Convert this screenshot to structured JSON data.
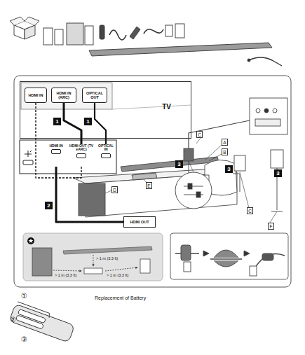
{
  "diagram": {
    "nodes": [
      {
        "text": [
          "TV"
        ]
      },
      {
        "text": [
          "HDMI IN"
        ],
        "in": 0
      },
      {
        "text": [
          "HDMI IN (ARC)"
        ],
        "in": 0
      },
      {
        "text": [
          "OPTICAL OUT"
        ],
        "in": 0
      },
      {
        "text": [
          "HDMI IN"
        ]
      },
      {
        "text": [
          "HDMI OUT (TV eARC)"
        ]
      },
      {
        "text": [
          "OPTICAL IN"
        ]
      },
      {
        "text": [
          "HDMI OUT"
        ]
      }
    ],
    "edges": [
      {
        "from": 2,
        "to": 5,
        "arrow": "none"
      },
      {
        "from": 3,
        "to": 6,
        "arrow": "none"
      },
      {
        "from": 4,
        "to": 7,
        "arrow": "none"
      },
      {
        "from": 1,
        "to": 5,
        "arrow": "none"
      }
    ],
    "labels": [
      "1",
      "1",
      "2",
      "3",
      "3",
      "3",
      "A",
      "B",
      "C",
      "C",
      "D",
      "E",
      "F",
      "> 1 m (3.3 ft)",
      "> 1 m (3.3 ft)",
      "> 1 m (3.3 ft)",
      "Replacement of Battery",
      "①",
      "②",
      "③"
    ]
  }
}
